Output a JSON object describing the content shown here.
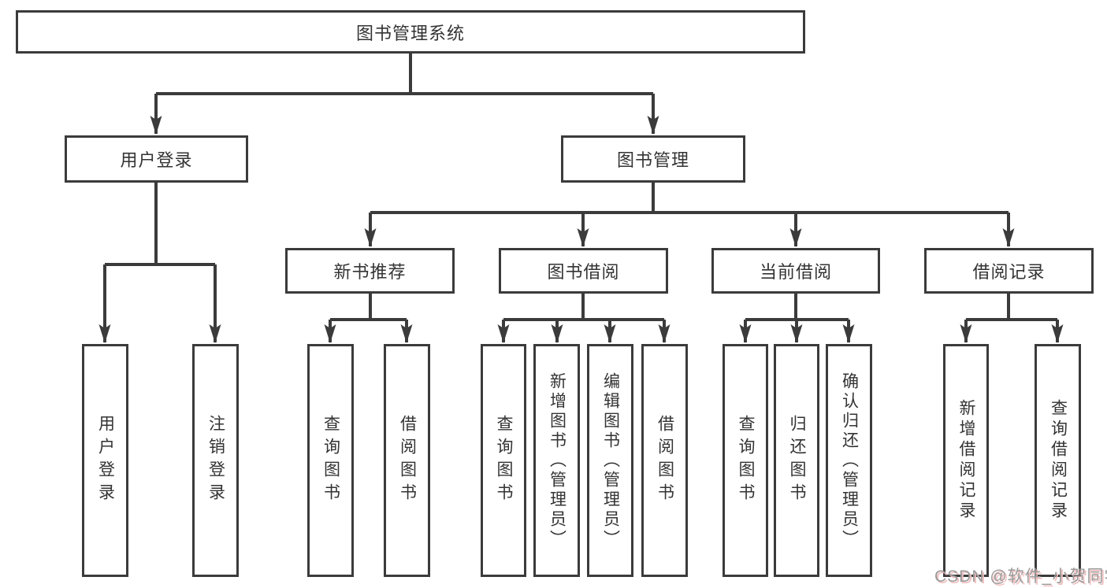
{
  "diagram": {
    "nodes": {
      "root": "图书管理系统",
      "user_login": "用户登录",
      "book_mgmt": "图书管理",
      "new_book_rec": "新书推荐",
      "book_borrow": "图书借阅",
      "current_borrow": "当前借阅",
      "borrow_records": "借阅记录",
      "ul_user_login": "用户登录",
      "ul_logout": "注销登录",
      "nb_query_books": "查询图书",
      "nb_borrow_books": "借阅图书",
      "bb_query_books": "查询图书",
      "bb_add_books": "新增图书（管理员）",
      "bb_edit_books": "编辑图书（管理员）",
      "bb_borrow_books": "借阅图书",
      "cb_query_books": "查询图书",
      "cb_return_books": "归还图书",
      "cb_confirm_return": "确认归还（管理员）",
      "br_add_record": "新增借阅记录",
      "br_query_record": "查询借阅记录"
    },
    "structure": {
      "root": [
        "user_login",
        "book_mgmt"
      ],
      "user_login": [
        "ul_user_login",
        "ul_logout"
      ],
      "book_mgmt": [
        "new_book_rec",
        "book_borrow",
        "current_borrow",
        "borrow_records"
      ],
      "new_book_rec": [
        "nb_query_books",
        "nb_borrow_books"
      ],
      "book_borrow": [
        "bb_query_books",
        "bb_add_books",
        "bb_edit_books",
        "bb_borrow_books"
      ],
      "current_borrow": [
        "cb_query_books",
        "cb_return_books",
        "cb_confirm_return"
      ],
      "borrow_records": [
        "br_add_record",
        "br_query_record"
      ]
    },
    "colors": {
      "line": "#3b3b3b",
      "box_background": "#ffffff",
      "text": "#333333",
      "watermark_gray": "#9a9a9a",
      "watermark_pink": "#f0bdbd"
    }
  },
  "watermark": "CSDN @软件_小贺同学"
}
